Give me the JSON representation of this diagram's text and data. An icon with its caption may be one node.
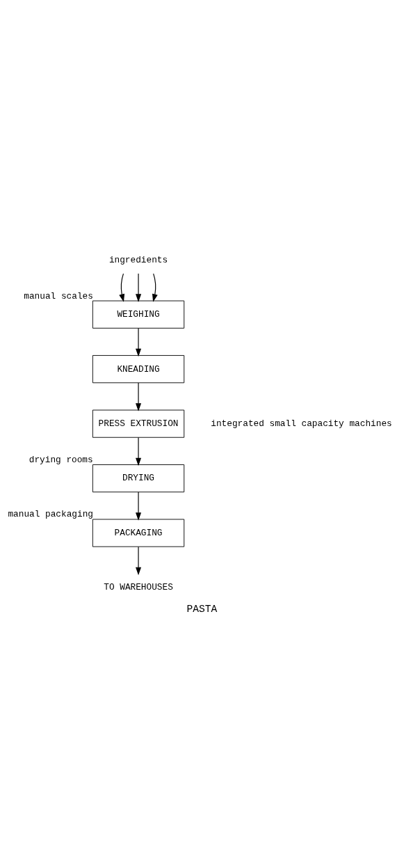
{
  "diagram": {
    "caption": "PASTA",
    "nodes": [
      {
        "text": [
          "ingredients"
        ]
      },
      {
        "text": [
          "WEIGHING"
        ],
        "beside": [
          "manual scales"
        ]
      },
      {
        "text": [
          "KNEADING"
        ]
      },
      {
        "text": [
          "PRESS EXTRUSION"
        ]
      },
      {
        "text": [
          "DRYING"
        ],
        "beside": [
          "drying rooms"
        ]
      },
      {
        "text": [
          "PACKAGING"
        ],
        "beside": [
          "manual packaging"
        ]
      },
      {
        "text": [
          "TO WAREHOUSES"
        ]
      }
    ],
    "edges": [
      {
        "from": 0,
        "to": 1,
        "arrow": "to"
      },
      {
        "from": 0,
        "to": 1,
        "arrow": "to"
      },
      {
        "from": 0,
        "to": 1,
        "arrow": "to"
      },
      {
        "from": 1,
        "to": 2,
        "arrow": "to"
      },
      {
        "from": 2,
        "to": 3,
        "arrow": "to"
      },
      {
        "from": 3,
        "to": 4,
        "arrow": "to"
      },
      {
        "from": 4,
        "to": 5,
        "arrow": "to"
      },
      {
        "from": 5,
        "to": 6,
        "arrow": "to"
      }
    ],
    "labels": [
      "integrated small capacity machines"
    ]
  }
}
